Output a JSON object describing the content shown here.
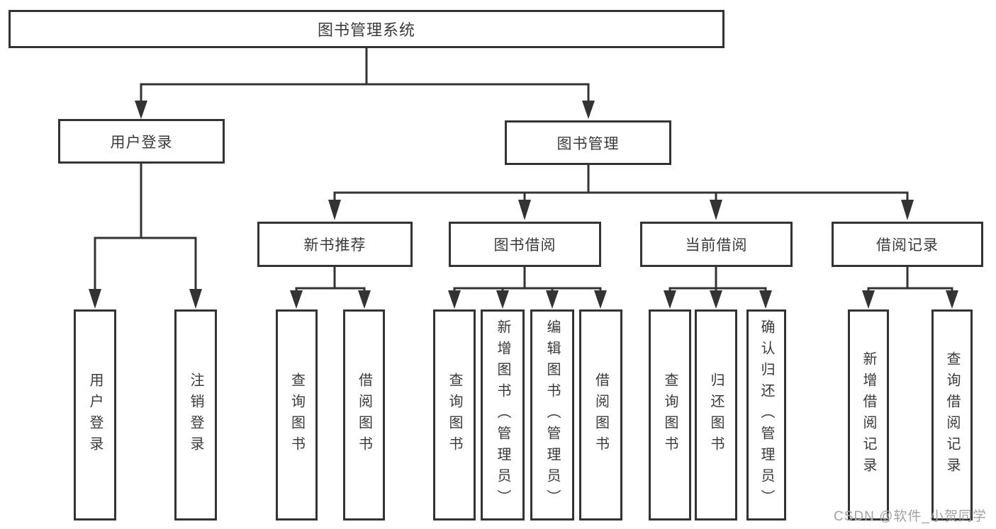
{
  "tree": {
    "root": {
      "label": "图书管理系统",
      "children": [
        {
          "label": "用户登录",
          "children": [
            {
              "label": "用户登录"
            },
            {
              "label": "注销登录"
            }
          ]
        },
        {
          "label": "图书管理",
          "children": [
            {
              "label": "新书推荐",
              "children": [
                {
                  "label": "查询图书"
                },
                {
                  "label": "借阅图书"
                }
              ]
            },
            {
              "label": "图书借阅",
              "children": [
                {
                  "label": "查询图书"
                },
                {
                  "label": "新增图书（管理员）"
                },
                {
                  "label": "编辑图书（管理员）"
                },
                {
                  "label": "借阅图书"
                }
              ]
            },
            {
              "label": "当前借阅",
              "children": [
                {
                  "label": "查询图书"
                },
                {
                  "label": "归还图书"
                },
                {
                  "label": "确认归还（管理员）"
                }
              ]
            },
            {
              "label": "借阅记录",
              "children": [
                {
                  "label": "新增借阅记录"
                },
                {
                  "label": "查询借阅记录"
                }
              ]
            }
          ]
        }
      ]
    }
  },
  "watermark": {
    "text": "CSDN @软件_小贺同学"
  },
  "colors": {
    "line": "#333333",
    "box_background": "#ffffff",
    "watermark": "#a2a2a2"
  }
}
